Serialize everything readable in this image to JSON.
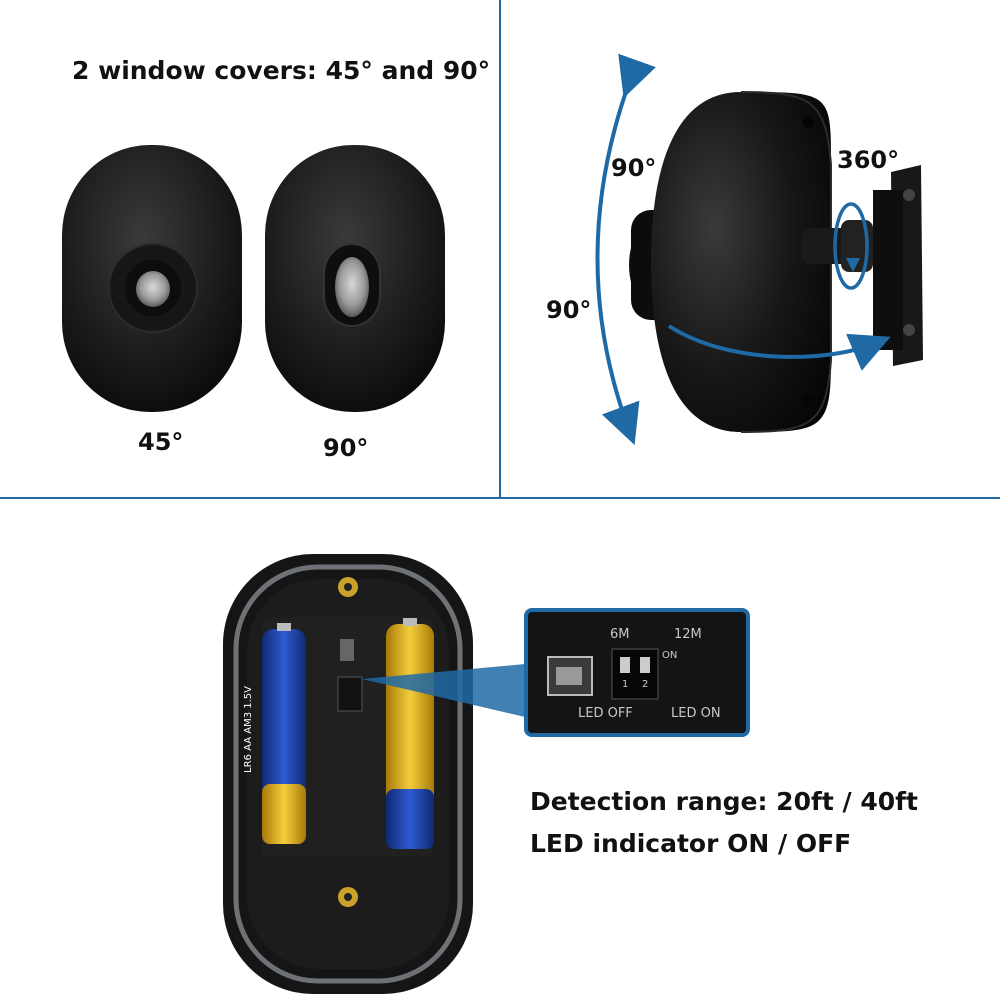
{
  "panel_covers": {
    "title": "2 window covers: 45° and 90°",
    "cover_45_label": "45°",
    "cover_90_label": "90°"
  },
  "panel_rotation": {
    "vertical_angle": "90°",
    "horizontal_angle": "90°",
    "swivel_angle": "360°",
    "arrow_color": "#1f6aa5"
  },
  "panel_battery": {
    "zoom": {
      "range_6m": "6M",
      "range_12m": "12M",
      "switch_on": "ON",
      "switch_1": "1",
      "switch_2": "2",
      "led_off": "LED OFF",
      "led_on": "LED ON"
    },
    "battery_label": "LR6 AA AM3 1.5V",
    "detection_range": "Detection range: 20ft / 40ft",
    "led_indicator": "LED indicator ON / OFF"
  },
  "colors": {
    "divider": "#1f6aa5",
    "device_body": "#1a1a1a",
    "battery_blue": "#1d3f9a",
    "battery_gold": "#e6b21a"
  }
}
